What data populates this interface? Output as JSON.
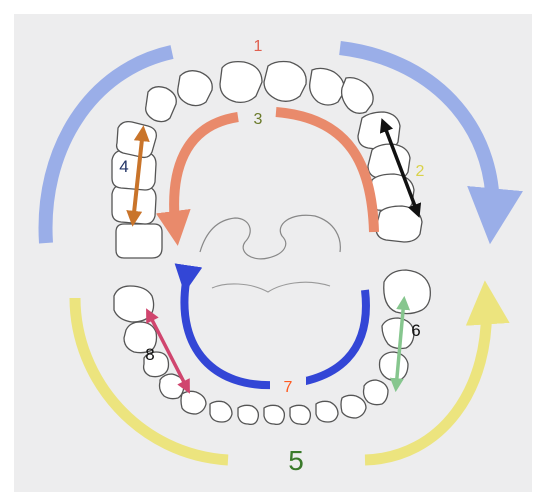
{
  "labels": {
    "n1": "1",
    "n2": "2",
    "n3": "3",
    "n4": "4",
    "n5": "5",
    "n6": "6",
    "n7": "7",
    "n8": "8"
  },
  "colors": {
    "background": "#ededee",
    "tooth_fill": "#ffffff",
    "tooth_stroke": "#555555",
    "blue_outer": "#9aaee8",
    "orange_palatal": "#e98a6b",
    "brown_arrow": "#c9742a",
    "black_arrow": "#111111",
    "yellow_outer": "#ece47e",
    "blue_lingual": "#3346d6",
    "green_arrow": "#86c68e",
    "pink_arrow": "#d0456e",
    "label_red": "#e06050",
    "label_olive": "#6a7a2a",
    "label_yellow": "#d9d24a",
    "label_navy": "#223366",
    "label_green": "#3a7a2a",
    "label_black": "#111111",
    "label_orange": "#ff5a20"
  }
}
